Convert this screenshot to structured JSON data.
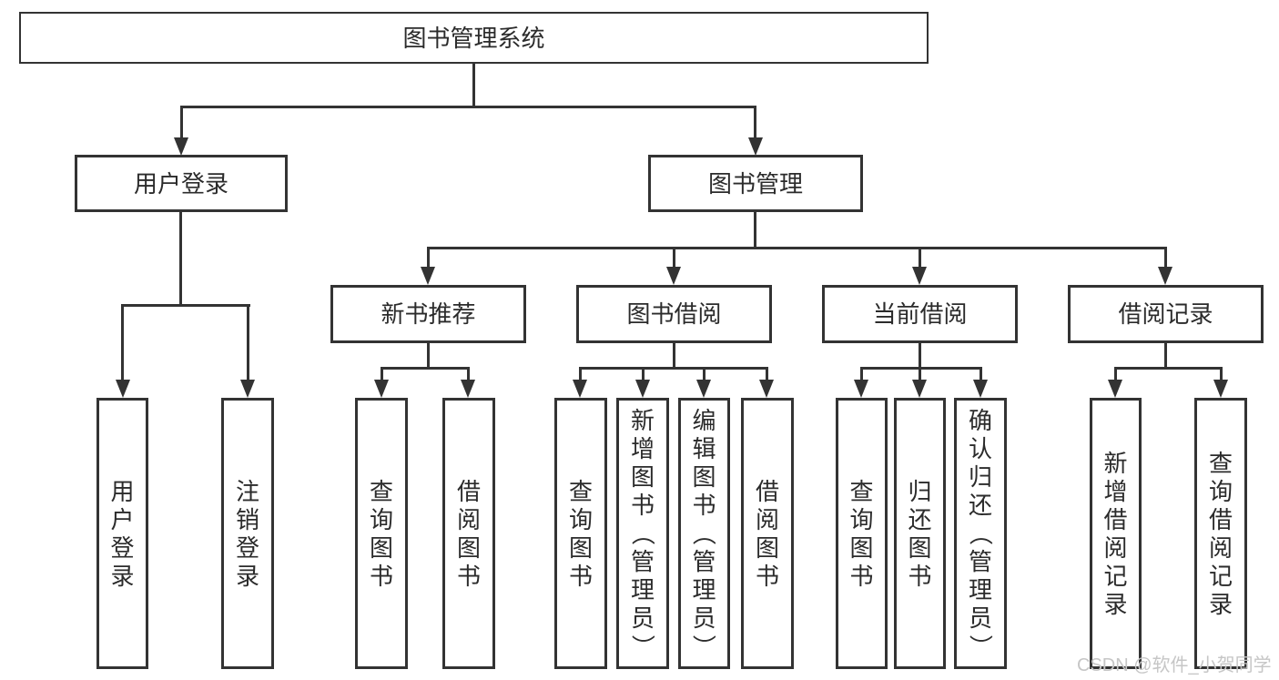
{
  "diagram": {
    "root": {
      "label": "图书管理系统"
    },
    "branches": [
      {
        "label": "用户登录",
        "children": [
          {
            "label": "用户登录"
          },
          {
            "label": "注销登录"
          }
        ]
      },
      {
        "label": "图书管理",
        "children": [
          {
            "label": "新书推荐",
            "children": [
              {
                "label": "查询图书"
              },
              {
                "label": "借阅图书"
              }
            ]
          },
          {
            "label": "图书借阅",
            "children": [
              {
                "label": "查询图书"
              },
              {
                "label": "新增图书（管理员）"
              },
              {
                "label": "编辑图书（管理员）"
              },
              {
                "label": "借阅图书"
              }
            ]
          },
          {
            "label": "当前借阅",
            "children": [
              {
                "label": "查询图书"
              },
              {
                "label": "归还图书"
              },
              {
                "label": "确认归还（管理员）"
              }
            ]
          },
          {
            "label": "借阅记录",
            "children": [
              {
                "label": "新增借阅记录"
              },
              {
                "label": "查询借阅记录"
              }
            ]
          }
        ]
      }
    ],
    "watermark": "CSDN @软件_小贺同学",
    "colors": {
      "line": "#333333",
      "text": "#2b2b2b",
      "watermark_text": "#c6c6c6",
      "background": "#ffffff"
    }
  }
}
